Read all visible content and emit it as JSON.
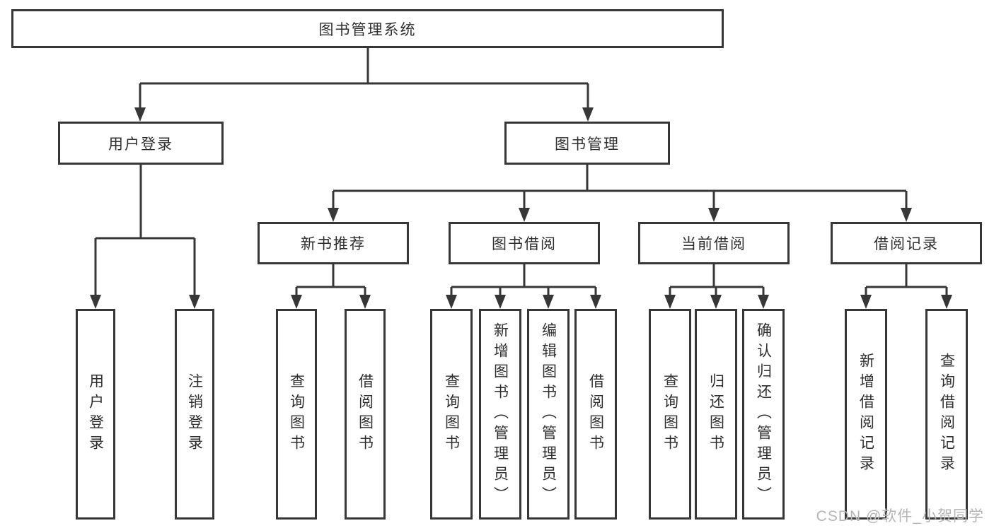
{
  "title": "图书管理系统",
  "colors": {
    "line": "#373737",
    "box_border": "#373737",
    "text": "#2e2e2e",
    "background": "#ffffff",
    "watermark": "#b5b5b5"
  },
  "watermark": "CSDN @软件_小贺同学",
  "tree": {
    "root": {
      "label": "图书管理系统"
    },
    "branches": [
      {
        "label": "用户登录",
        "children": [
          {
            "label": "用户登录"
          },
          {
            "label": "注销登录"
          }
        ]
      },
      {
        "label": "图书管理",
        "children": [
          {
            "label": "新书推荐",
            "children": [
              {
                "label": "查询图书"
              },
              {
                "label": "借阅图书"
              }
            ]
          },
          {
            "label": "图书借阅",
            "children": [
              {
                "label": "查询图书"
              },
              {
                "label": "新增图书（管理员）"
              },
              {
                "label": "编辑图书（管理员）"
              },
              {
                "label": "借阅图书"
              }
            ]
          },
          {
            "label": "当前借阅",
            "children": [
              {
                "label": "查询图书"
              },
              {
                "label": "归还图书"
              },
              {
                "label": "确认归还（管理员）"
              }
            ]
          },
          {
            "label": "借阅记录",
            "children": [
              {
                "label": "新增借阅记录"
              },
              {
                "label": "查询借阅记录"
              }
            ]
          }
        ]
      }
    ]
  }
}
